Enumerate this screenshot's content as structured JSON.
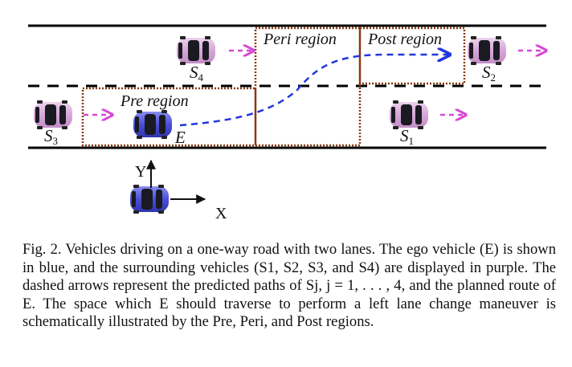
{
  "figure": {
    "regions": {
      "pre": "Pre region",
      "peri": "Peri region",
      "post": "Post region"
    },
    "vehicles": {
      "s1": {
        "letter": "S",
        "sub": "1"
      },
      "s2": {
        "letter": "S",
        "sub": "2"
      },
      "s3": {
        "letter": "S",
        "sub": "3"
      },
      "s4": {
        "letter": "S",
        "sub": "4"
      },
      "ego": {
        "letter": "E"
      }
    },
    "axes": {
      "x": "X",
      "y": "Y"
    },
    "colors": {
      "ego": "#4a4fd6",
      "surrounding": "#d7a9d9",
      "ego_path": "#2237e0",
      "surrounding_path": "#d548d5",
      "region_border": "#8b3a12"
    }
  },
  "caption": {
    "text": "Fig. 2. Vehicles driving on a one-way road with two lanes. The ego vehicle (E) is shown in blue, and the surrounding vehicles (S1, S2, S3, and S4) are displayed in purple. The dashed arrows represent the predicted paths of Sj, j = 1, . . . , 4, and the planned route of E. The space which E should traverse to perform a left lane change maneuver is schematically illustrated by the Pre, Peri, and Post regions."
  }
}
